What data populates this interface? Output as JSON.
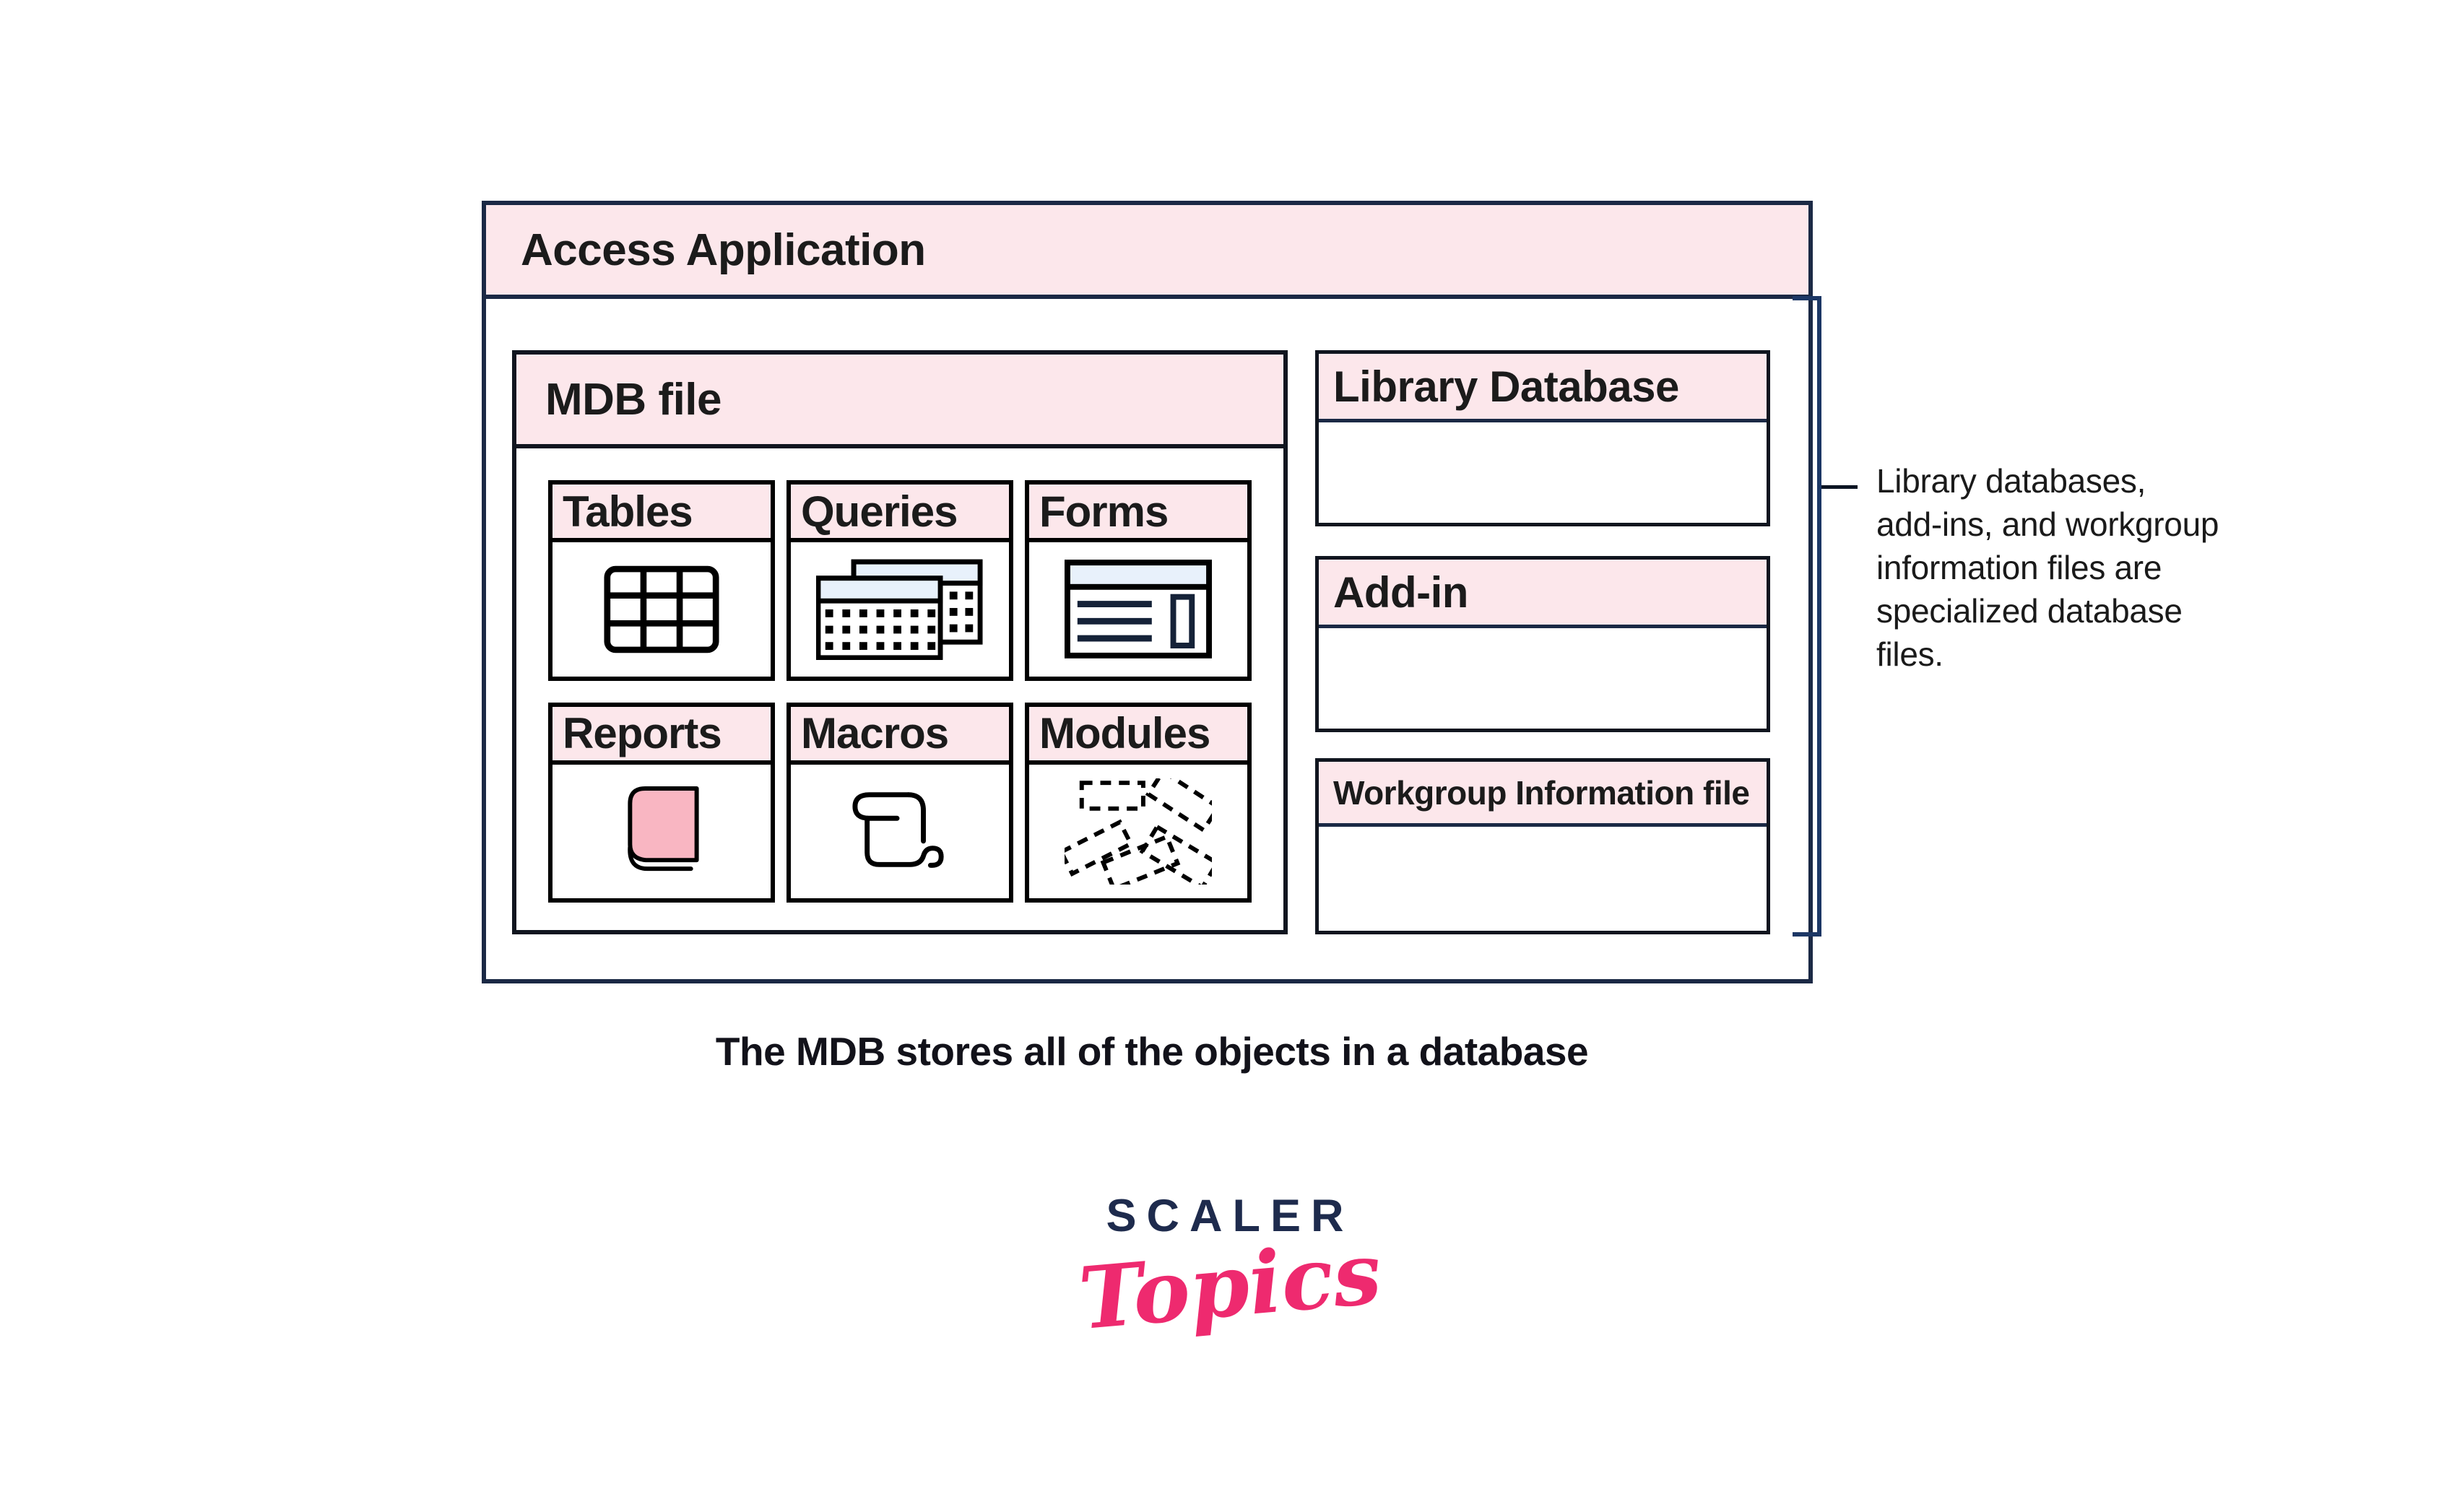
{
  "diagram": {
    "access_title": "Access Application",
    "mdb": {
      "title": "MDB file",
      "cells": [
        {
          "label": "Tables",
          "icon": "table-grid-icon"
        },
        {
          "label": "Queries",
          "icon": "datasheet-stack-icon"
        },
        {
          "label": "Forms",
          "icon": "form-window-icon"
        },
        {
          "label": "Reports",
          "icon": "report-book-icon"
        },
        {
          "label": "Macros",
          "icon": "macro-scroll-icon"
        },
        {
          "label": "Modules",
          "icon": "module-fragments-icon"
        }
      ]
    },
    "side_boxes": [
      {
        "label": "Library Database"
      },
      {
        "label": "Add-in"
      },
      {
        "label": "Workgroup Information file"
      }
    ],
    "annotation": {
      "lines": [
        "Library databases,",
        "add-ins, and workgroup",
        "information files are",
        "specialized database",
        "files."
      ]
    },
    "caption": "The MDB stores all of the objects in a database"
  },
  "logo": {
    "primary": "SCALER",
    "secondary": "Topics"
  },
  "palette": {
    "header_pink": "#fce7eb",
    "book_pink": "#f9b6c2",
    "icon_blue": "#e8f1fb",
    "navy_border": "#1b2945",
    "black_border": "#000000",
    "bracket_navy": "#1c3765",
    "logo_navy": "#1e2b4d",
    "logo_pink": "#ee2a6f",
    "text_dark": "#1b1b1b"
  }
}
